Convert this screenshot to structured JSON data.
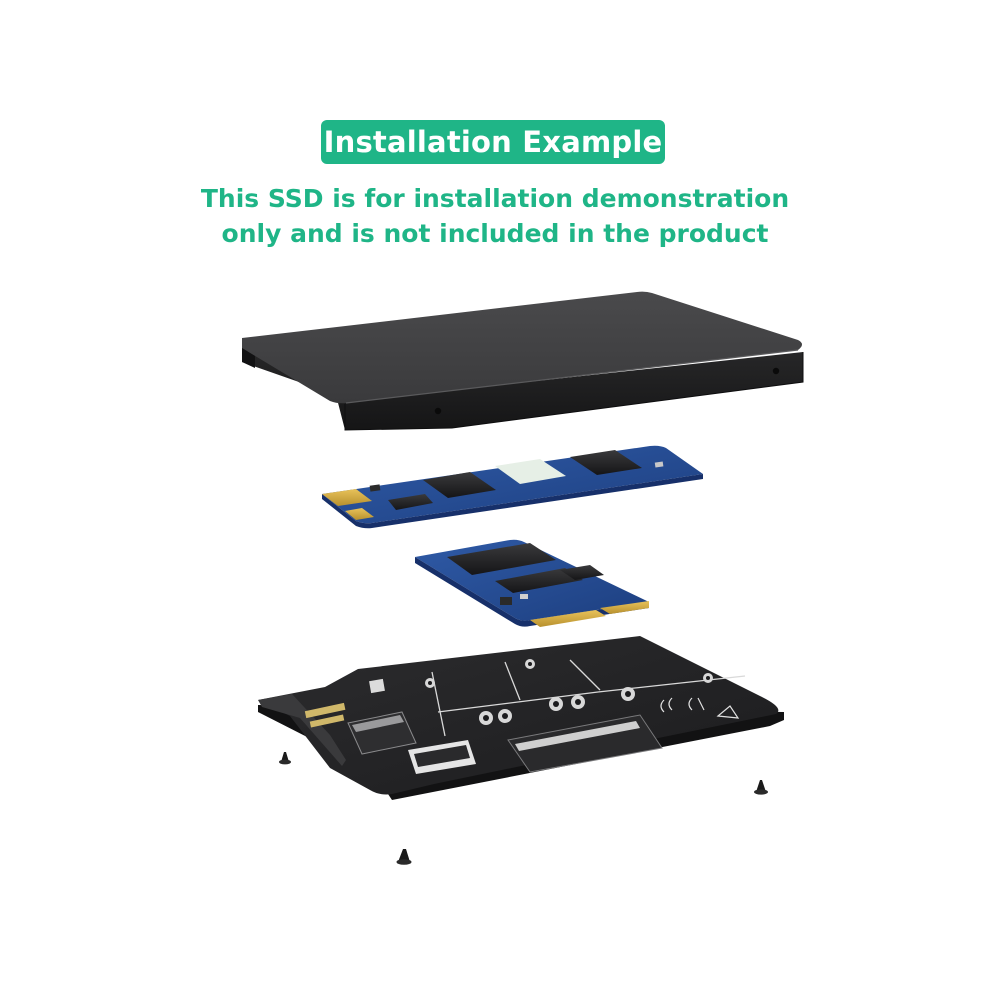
{
  "badge": {
    "text": "Installation Example",
    "color": "#1fb587"
  },
  "subtitle": {
    "line1": "This SSD is for installation demonstration",
    "line2": "only and is not included in the product",
    "color": "#1fb587"
  },
  "illustration": {
    "parts": [
      "ssd-enclosure",
      "m2-ngff-ssd",
      "msata-ssd",
      "adapter-board",
      "screws"
    ]
  }
}
